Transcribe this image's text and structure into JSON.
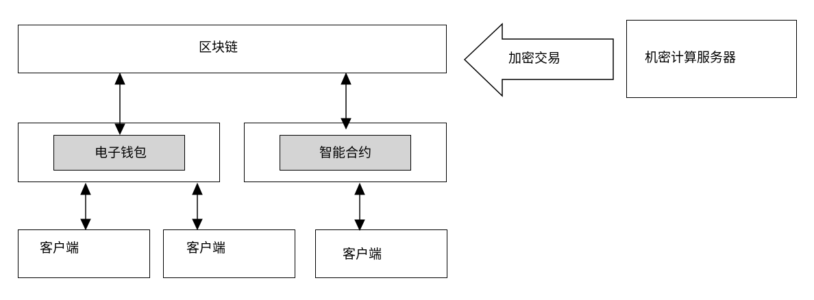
{
  "diagram": {
    "blockchain_label": "区块链",
    "ewallet_label": "电子钱包",
    "smart_contract_label": "智能合约",
    "client_labels": [
      "客户端",
      "客户端",
      "客户端"
    ],
    "encrypted_tx_label": "加密交易",
    "confidential_server_label": "机密计算服务器"
  }
}
